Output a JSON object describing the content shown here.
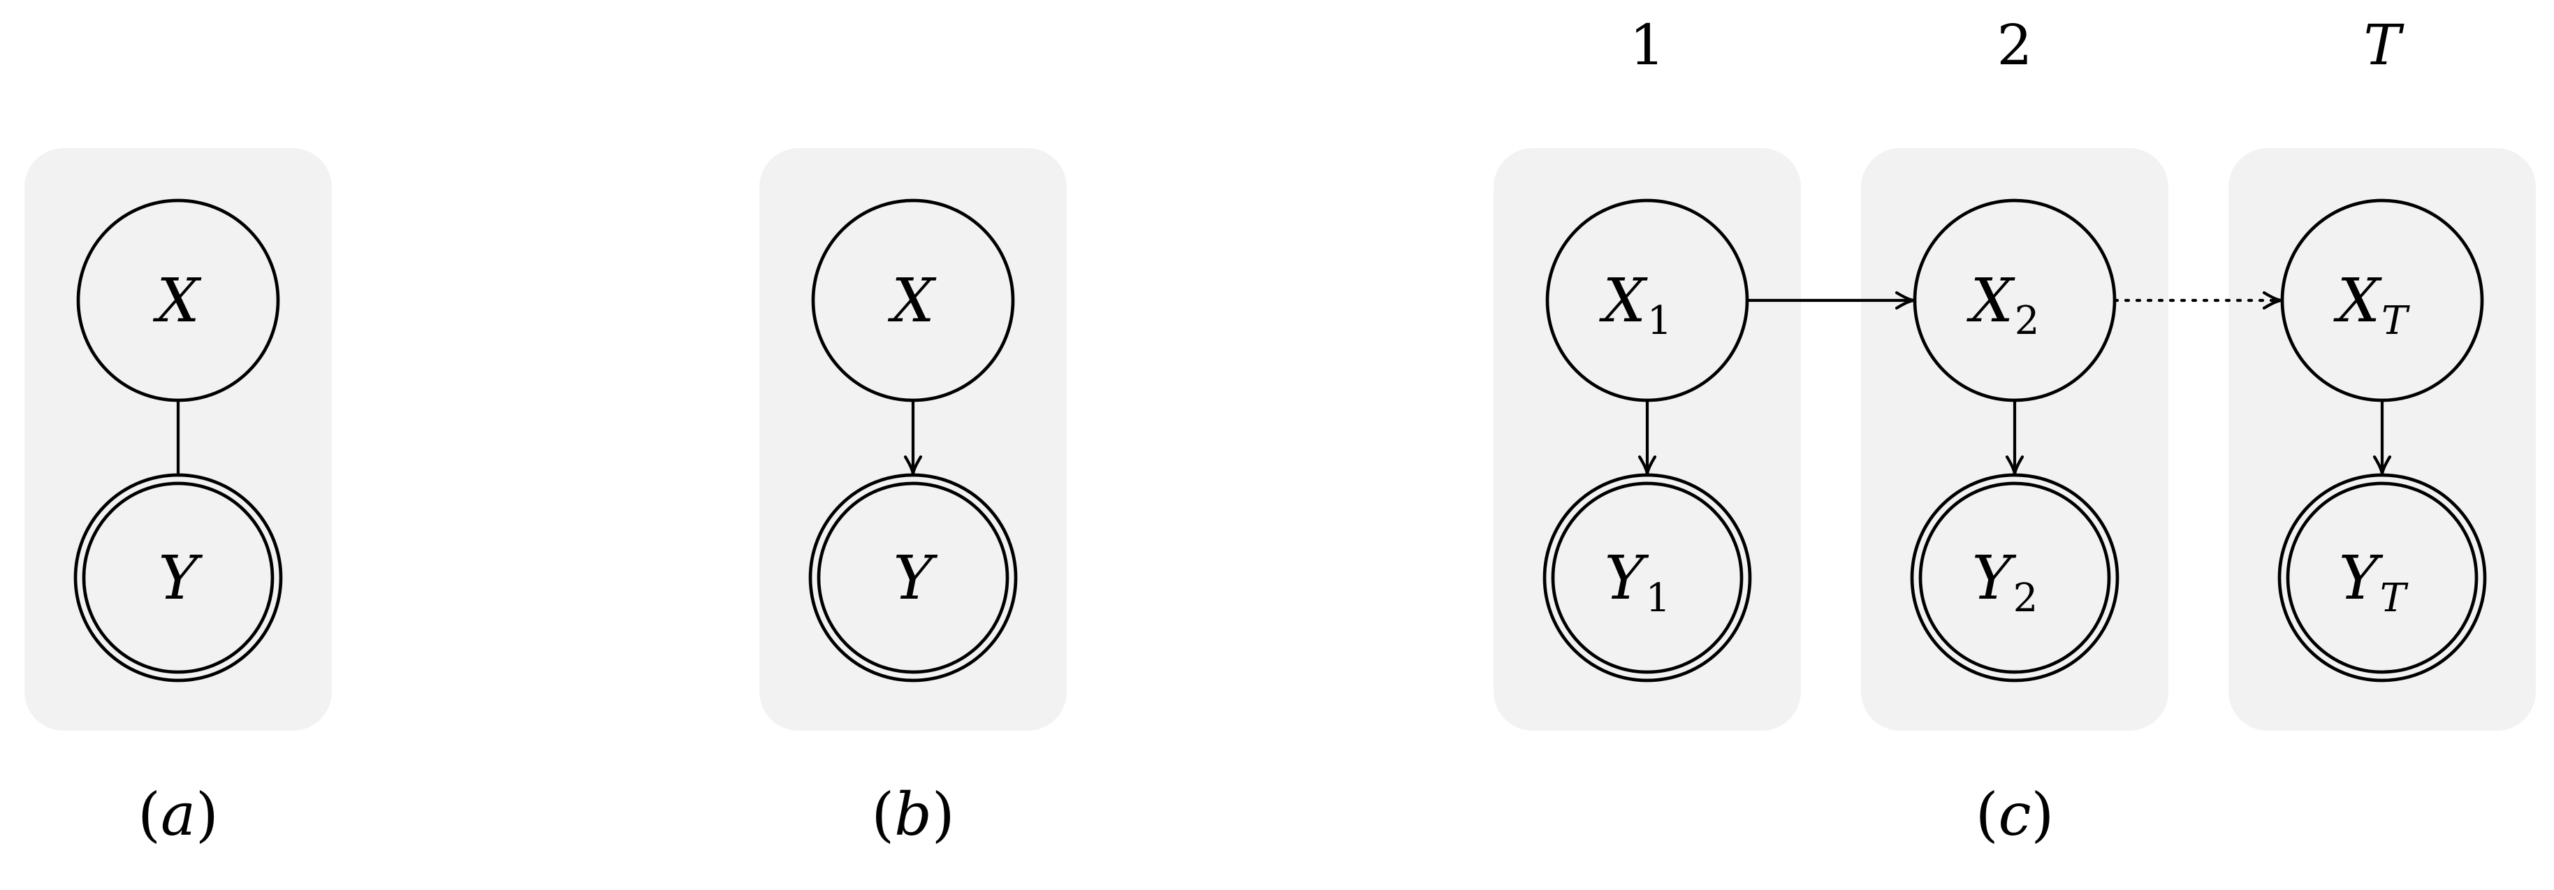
{
  "panels": [
    {
      "id": "a",
      "caption_letter": "a",
      "nodes": [
        {
          "id": "X",
          "base": "X",
          "sub": "",
          "observed": false
        },
        {
          "id": "Y",
          "base": "Y",
          "sub": "",
          "observed": true
        }
      ],
      "edges": [
        {
          "from": "X",
          "to": "Y",
          "style": "solid",
          "directed": false
        }
      ]
    },
    {
      "id": "b",
      "caption_letter": "b",
      "nodes": [
        {
          "id": "X",
          "base": "X",
          "sub": "",
          "observed": false
        },
        {
          "id": "Y",
          "base": "Y",
          "sub": "",
          "observed": true
        }
      ],
      "edges": [
        {
          "from": "X",
          "to": "Y",
          "style": "solid",
          "directed": true
        }
      ]
    },
    {
      "id": "c",
      "caption_letter": "c",
      "columns": [
        {
          "label": "1",
          "label_italic": false,
          "nodes": [
            {
              "id": "X1",
              "base": "X",
              "sub": "1",
              "sub_italic": false,
              "observed": false
            },
            {
              "id": "Y1",
              "base": "Y",
              "sub": "1",
              "sub_italic": false,
              "observed": true
            }
          ]
        },
        {
          "label": "2",
          "label_italic": false,
          "nodes": [
            {
              "id": "X2",
              "base": "X",
              "sub": "2",
              "sub_italic": false,
              "observed": false
            },
            {
              "id": "Y2",
              "base": "Y",
              "sub": "2",
              "sub_italic": false,
              "observed": true
            }
          ]
        },
        {
          "label": "T",
          "label_italic": true,
          "nodes": [
            {
              "id": "XT",
              "base": "X",
              "sub": "T",
              "sub_italic": true,
              "observed": false
            },
            {
              "id": "YT",
              "base": "Y",
              "sub": "T",
              "sub_italic": true,
              "observed": true
            }
          ]
        }
      ],
      "edges": [
        {
          "from": "X1",
          "to": "Y1",
          "style": "solid",
          "directed": true
        },
        {
          "from": "X2",
          "to": "Y2",
          "style": "solid",
          "directed": true
        },
        {
          "from": "XT",
          "to": "YT",
          "style": "solid",
          "directed": true
        },
        {
          "from": "X1",
          "to": "X2",
          "style": "solid",
          "directed": true
        },
        {
          "from": "X2",
          "to": "XT",
          "style": "dotted",
          "directed": true
        }
      ]
    }
  ],
  "colors": {
    "panel_background": "#f2f2f2",
    "stroke": "#000000"
  }
}
